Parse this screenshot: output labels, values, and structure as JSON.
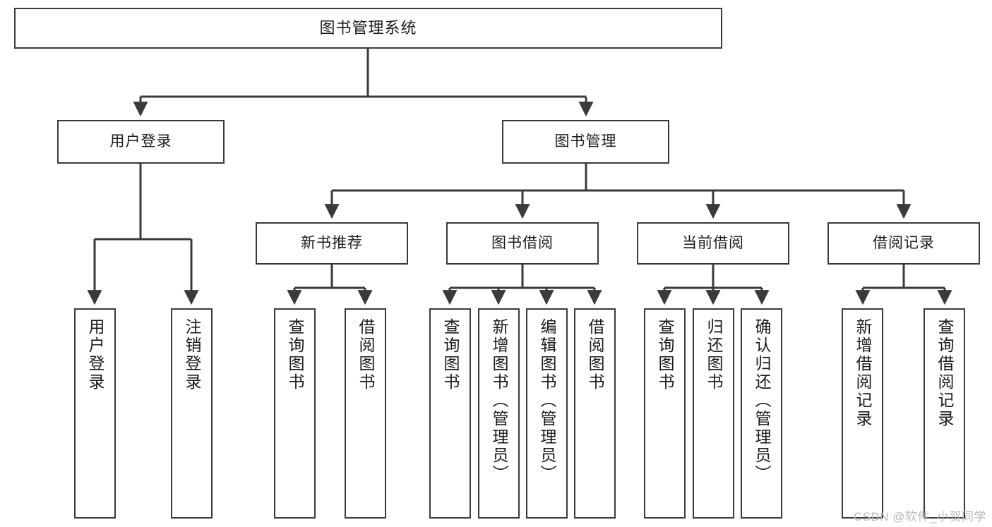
{
  "diagram": {
    "type": "hierarchy-tree",
    "title": "图书管理系统",
    "watermark": "CSDN @软件_小贺同学",
    "colors": {
      "node_border": "#3a3a3a",
      "node_fill": "#ffffff",
      "edge": "#3a3a3a",
      "text": "#1a1a1a",
      "watermark": "#b9b9b9"
    },
    "levels": {
      "level1": [
        {
          "id": "root",
          "label": "图书管理系统"
        }
      ],
      "level2": [
        {
          "id": "user-login",
          "label": "用户登录"
        },
        {
          "id": "book-management",
          "label": "图书管理"
        }
      ],
      "level3": [
        {
          "id": "new-book-recommend",
          "label": "新书推荐",
          "parent": "book-management"
        },
        {
          "id": "book-borrow",
          "label": "图书借阅",
          "parent": "book-management"
        },
        {
          "id": "current-borrow",
          "label": "当前借阅",
          "parent": "book-management"
        },
        {
          "id": "borrow-record",
          "label": "借阅记录",
          "parent": "book-management"
        }
      ],
      "level4": [
        {
          "id": "leaf-user-login",
          "label": "用户登录",
          "parent": "user-login"
        },
        {
          "id": "leaf-user-logout",
          "label": "注销登录",
          "parent": "user-login"
        },
        {
          "id": "leaf-query-book-1",
          "label": "查询图书",
          "parent": "new-book-recommend"
        },
        {
          "id": "leaf-borrow-book-1",
          "label": "借阅图书",
          "parent": "new-book-recommend"
        },
        {
          "id": "leaf-query-book-2",
          "label": "查询图书",
          "parent": "book-borrow"
        },
        {
          "id": "leaf-add-book",
          "label": "新增图书（管理员）",
          "parent": "book-borrow"
        },
        {
          "id": "leaf-edit-book",
          "label": "编辑图书（管理员）",
          "parent": "book-borrow"
        },
        {
          "id": "leaf-borrow-book-2",
          "label": "借阅图书",
          "parent": "book-borrow"
        },
        {
          "id": "leaf-query-book-3",
          "label": "查询图书",
          "parent": "current-borrow"
        },
        {
          "id": "leaf-return-book",
          "label": "归还图书",
          "parent": "current-borrow"
        },
        {
          "id": "leaf-confirm-return",
          "label": "确认归还（管理员）",
          "parent": "current-borrow"
        },
        {
          "id": "leaf-add-record",
          "label": "新增借阅记录",
          "parent": "borrow-record"
        },
        {
          "id": "leaf-query-record",
          "label": "查询借阅记录",
          "parent": "borrow-record"
        }
      ]
    }
  }
}
